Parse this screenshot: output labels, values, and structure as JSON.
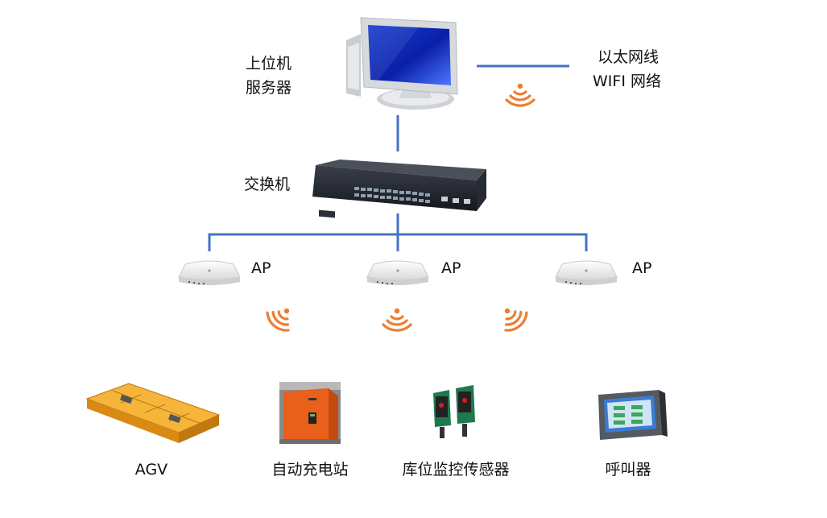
{
  "labels": {
    "server_line1": "上位机",
    "server_line2": "服务器",
    "legend_ethernet": "以太网线",
    "legend_wifi": "WIFI 网络",
    "switch": "交换机",
    "ap1": "AP",
    "ap2": "AP",
    "ap3": "AP",
    "agv": "AGV",
    "charger": "自动充电站",
    "sensor": "库位监控传感器",
    "caller": "呼叫器"
  },
  "colors": {
    "ethernet_line": "#4472C4",
    "wifi_signal": "#ED7D31",
    "agv_body": "#F0A020",
    "charger_body": "#E8601C",
    "sensor_body": "#1E7A4E",
    "hmi_screen": "#3A7BD5"
  },
  "icons": [
    "computer-icon",
    "switch-icon",
    "access-point-icon",
    "wifi-signal-icon",
    "agv-icon",
    "charging-station-icon",
    "photoelectric-sensor-icon",
    "hmi-caller-icon"
  ]
}
